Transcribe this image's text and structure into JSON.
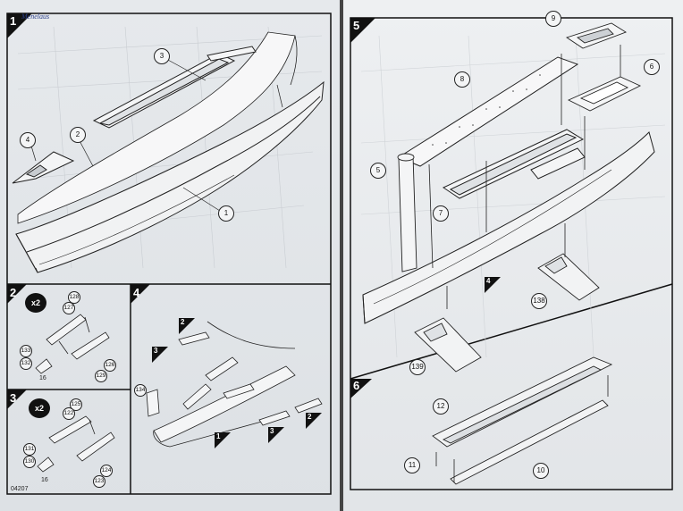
{
  "handwriting": "Menelaus",
  "left_page": {
    "code": "04207",
    "step1": {
      "number": "1",
      "parts": [
        "1",
        "2",
        "3",
        "4"
      ]
    },
    "step2": {
      "number": "2",
      "qty": "x2",
      "parts": [
        "128",
        "127",
        "133",
        "132",
        "126",
        "129"
      ],
      "sprue": "16"
    },
    "step3": {
      "number": "3",
      "qty": "x2",
      "parts": [
        "125",
        "122",
        "131",
        "130",
        "124",
        "123"
      ],
      "sprue": "16"
    },
    "step4": {
      "number": "4",
      "parts": [
        "134"
      ],
      "refs": [
        "2",
        "3",
        "1",
        "3",
        "2"
      ]
    }
  },
  "right_page": {
    "step5": {
      "number": "5",
      "parts": [
        "9",
        "8",
        "6",
        "5",
        "7",
        "138",
        "139"
      ],
      "ref": "4"
    },
    "step6": {
      "number": "6",
      "parts": [
        "12",
        "11",
        "10"
      ]
    }
  }
}
